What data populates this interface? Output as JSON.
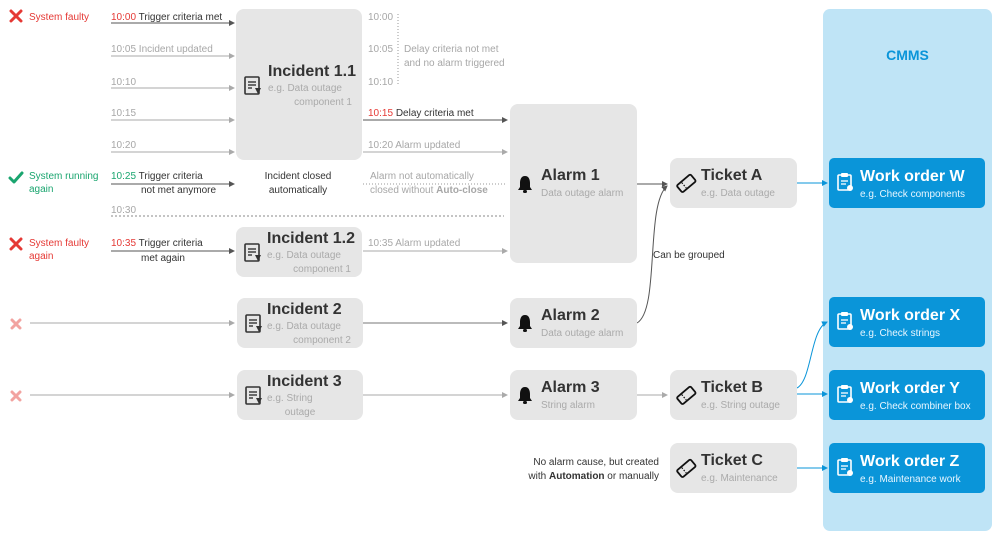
{
  "cmms": {
    "title": "CMMS",
    "panel_color": "#bfe4f6",
    "workorder_color": "#0a95d9"
  },
  "status": {
    "row1": "System faulty",
    "row2": "System running again",
    "row3": "System faulty again"
  },
  "timeline": {
    "t1000": "10:00",
    "t1000_text": "Trigger criteria met",
    "t1005": "10:05 Incident updated",
    "t1010": "10:10",
    "t1015": "10:15",
    "t1020": "10:20",
    "t1025": "10:25",
    "t1025_text1": "Trigger criteria",
    "t1025_text2": "not met anymore",
    "t1030": "10:30",
    "t1035": "10:35",
    "t1035_text1": "Trigger criteria",
    "t1035_text2": "met again"
  },
  "mid_labels": {
    "m1000": "10:00",
    "m1005": "10:05",
    "m1010": "10:10",
    "delay_not_met1": "Delay criteria not met",
    "delay_not_met2": "and no alarm triggered",
    "m1015": "10:15",
    "delay_met": "Delay criteria met",
    "alarm_updated_1020": "10:20 Alarm updated",
    "incident_closed1": "Incident closed",
    "incident_closed2": "automatically",
    "alarm_not_closed1": "Alarm not automatically",
    "alarm_not_closed2_a": "closed without ",
    "alarm_not_closed2_b": "Auto-close",
    "alarm_updated_1035": "10:35 Alarm updated",
    "can_be_grouped": "Can be grouped",
    "no_alarm1": "No alarm cause, but created",
    "no_alarm2_a": "with ",
    "no_alarm2_b": "Automation",
    "no_alarm2_c": " or manually"
  },
  "incidents": [
    {
      "title": "Incident 1.1",
      "sub1": "e.g. Data outage",
      "sub2": "component 1"
    },
    {
      "title": "Incident 1.2",
      "sub1": "e.g. Data outage",
      "sub2": "component 1"
    },
    {
      "title": "Incident 2",
      "sub1": "e.g. Data outage",
      "sub2": "component 2"
    },
    {
      "title": "Incident 3",
      "sub1": "e.g. String",
      "sub2": "outage"
    }
  ],
  "alarms": [
    {
      "title": "Alarm 1",
      "sub": "Data outage alarm"
    },
    {
      "title": "Alarm 2",
      "sub": "Data outage alarm"
    },
    {
      "title": "Alarm 3",
      "sub": "String alarm"
    }
  ],
  "tickets": [
    {
      "title": "Ticket A",
      "sub": "e.g. Data outage"
    },
    {
      "title": "Ticket B",
      "sub": "e.g. String outage"
    },
    {
      "title": "Ticket C",
      "sub": "e.g. Maintenance"
    }
  ],
  "work_orders": [
    {
      "title": "Work order W",
      "sub": "e.g. Check components"
    },
    {
      "title": "Work order X",
      "sub": "e.g. Check strings"
    },
    {
      "title": "Work order Y",
      "sub": "e.g. Check combiner box"
    },
    {
      "title": "Work order Z",
      "sub": "e.g. Maintenance work"
    }
  ]
}
